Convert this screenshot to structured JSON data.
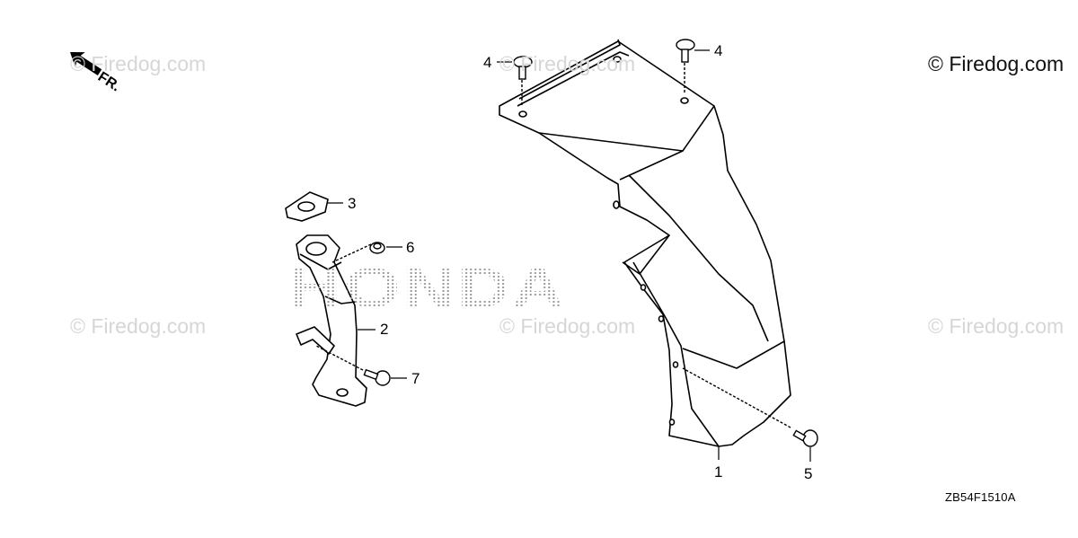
{
  "watermark": {
    "brand": "HONDA",
    "text": "© Firedog.com",
    "copyright_text": "© Firedog.com"
  },
  "diagram": {
    "code": "ZB54F1510A",
    "front_indicator": "FR.",
    "callouts": [
      "1",
      "2",
      "3",
      "4",
      "4",
      "5",
      "6",
      "7"
    ]
  },
  "colors": {
    "line": "#000000",
    "watermark": "#d6d6d6",
    "background": "#ffffff"
  }
}
